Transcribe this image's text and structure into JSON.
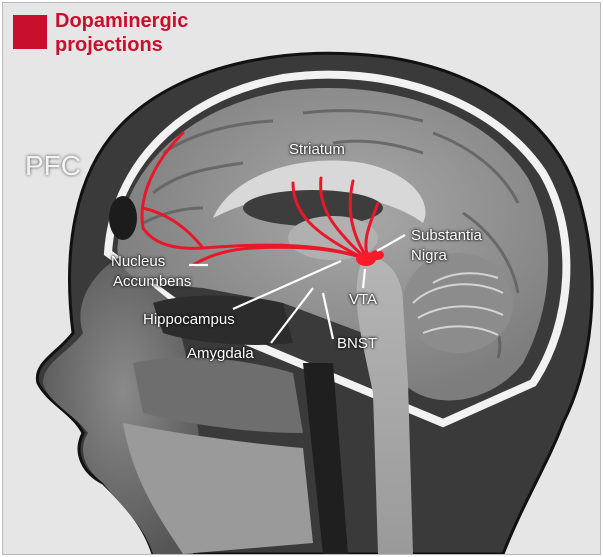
{
  "legend": {
    "line1": "Dopaminergic",
    "line2": "projections",
    "color": "#c8102e"
  },
  "labels": {
    "pfc": "PFC",
    "striatum": "Striatum",
    "substantia_1": "Substantia",
    "substantia_2": "Nigra",
    "nucleus_1": "Nucleus",
    "nucleus_2": "Accumbens",
    "vta": "VTA",
    "hippocampus": "Hippocampus",
    "amygdala": "Amygdala",
    "bnst": "BNST"
  },
  "colors": {
    "projection": "#e8182a",
    "label_text": "#ffffff"
  }
}
